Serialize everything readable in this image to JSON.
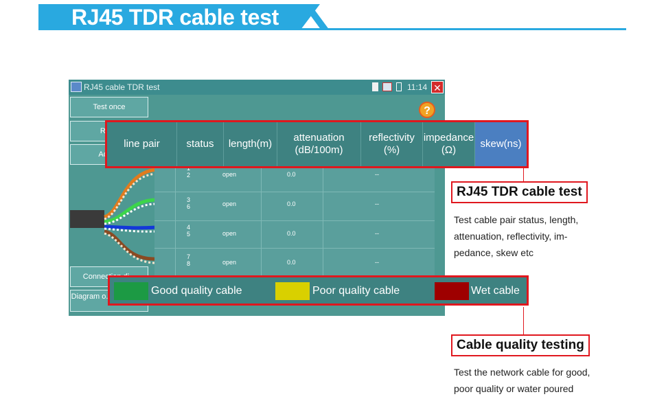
{
  "banner": {
    "title": "RJ45 TDR cable test"
  },
  "screen": {
    "title": "RJ45 cable TDR test",
    "time": "11:14",
    "close_glyph": "✕",
    "help_glyph": "?",
    "side_buttons": [
      {
        "label": "Test once"
      },
      {
        "label": "Repo"
      },
      {
        "label": "Advan"
      },
      {
        "label": "Connection di..."
      },
      {
        "label": "Diagram o... sequence"
      }
    ],
    "rows": [
      {
        "pins": "1\n2",
        "status": "open",
        "length": "0.0",
        "dash": "--"
      },
      {
        "pins": "3\n6",
        "status": "open",
        "length": "0.0",
        "dash": "--"
      },
      {
        "pins": "4\n5",
        "status": "open",
        "length": "0.0",
        "dash": "--"
      },
      {
        "pins": "7\n8",
        "status": "open",
        "length": "0.0",
        "dash": "--"
      }
    ]
  },
  "table_header": {
    "line_pair": "line pair",
    "status": "status",
    "length": "length(m)",
    "attenuation": "attenuation (dB/100m)",
    "reflectivity": "reflectivity (%)",
    "impedance": "impedance (Ω)",
    "skew": "skew(ns)"
  },
  "legend": {
    "good": "Good quality cable",
    "poor": "Poor quality cable",
    "wet": "Wet cable",
    "colors": {
      "good": "#1c9a44",
      "poor": "#d9d000",
      "wet": "#9e0000"
    }
  },
  "callouts": {
    "tdr_title": "RJ45 TDR cable test",
    "tdr_desc": "Test cable pair status, length, attenuation, reflectivity, im-pedance, skew etc",
    "quality_title": "Cable quality testing",
    "quality_desc": "Test the network cable for good, poor quality or water poured"
  }
}
